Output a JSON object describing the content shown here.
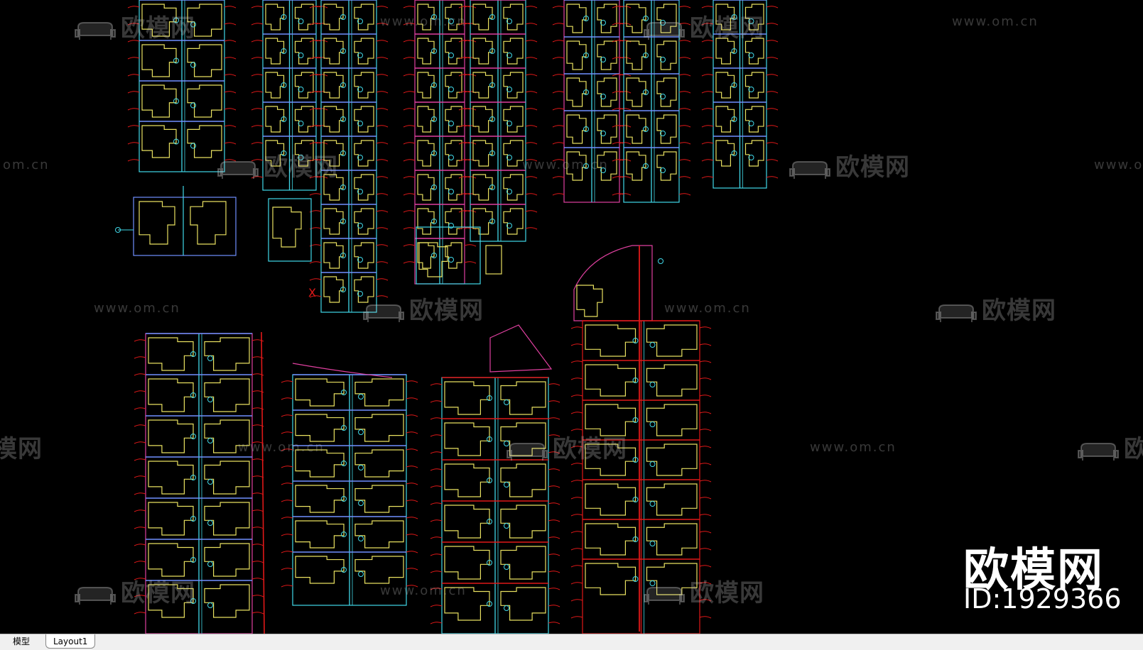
{
  "watermark": {
    "url_text": "www.om.cn",
    "url_fragment": "om.cn",
    "brand_text": "欧模网",
    "brand_fragment_left": "模网",
    "brand_fragment_right": "欧",
    "big_brand": "欧模网",
    "id_text": "ID:1929366"
  },
  "tabs": [
    {
      "label": "模型",
      "active": false
    },
    {
      "label": "Layout1",
      "active": true
    }
  ],
  "cursor_marker": "X",
  "colors": {
    "background": "#000000",
    "building_outline": "#e8e060",
    "lot_line": "#40d8e8",
    "boundary_red": "#e01818",
    "boundary_magenta": "#e040a0",
    "lot_blue": "#7090ff",
    "tab_bar": "#f0f0f0"
  }
}
